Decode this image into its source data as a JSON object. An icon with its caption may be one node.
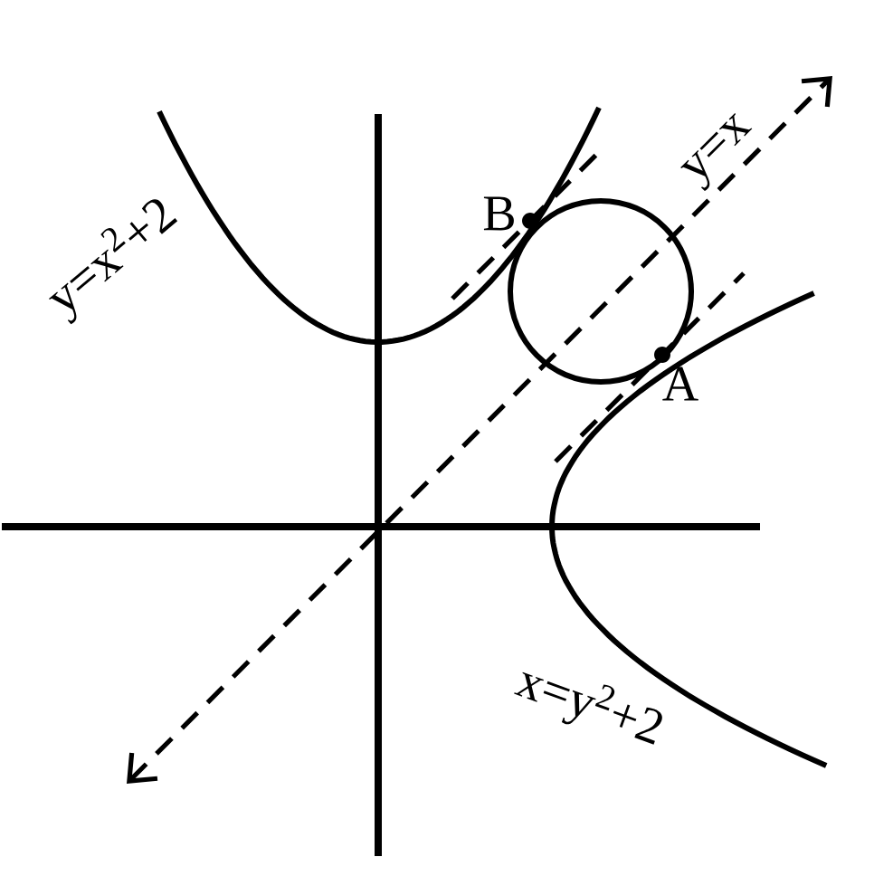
{
  "diagram": {
    "labels": [
      "y=x",
      "B",
      "y=x$^{2}$+2",
      "A",
      "x=y$^{2}$+2"
    ]
  }
}
